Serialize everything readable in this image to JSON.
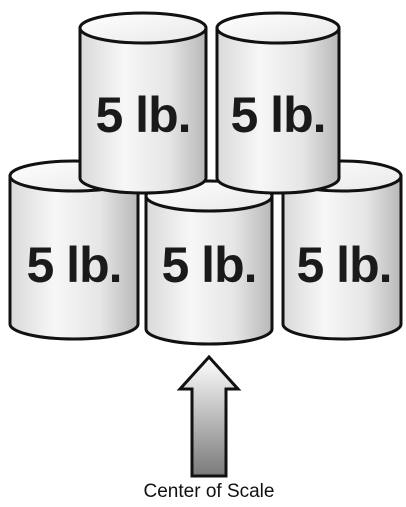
{
  "weights": {
    "top_left": "5 lb.",
    "top_right": "5 lb.",
    "bottom_left": "5 lb.",
    "bottom_middle": "5 lb.",
    "bottom_right": "5 lb."
  },
  "caption": "Center of Scale",
  "colors": {
    "outline": "#111111",
    "body_light": "#f5f5f5",
    "body_dark": "#bdbdbd",
    "arrow_top": "#ffffff",
    "arrow_bottom": "#7a7a7a"
  }
}
